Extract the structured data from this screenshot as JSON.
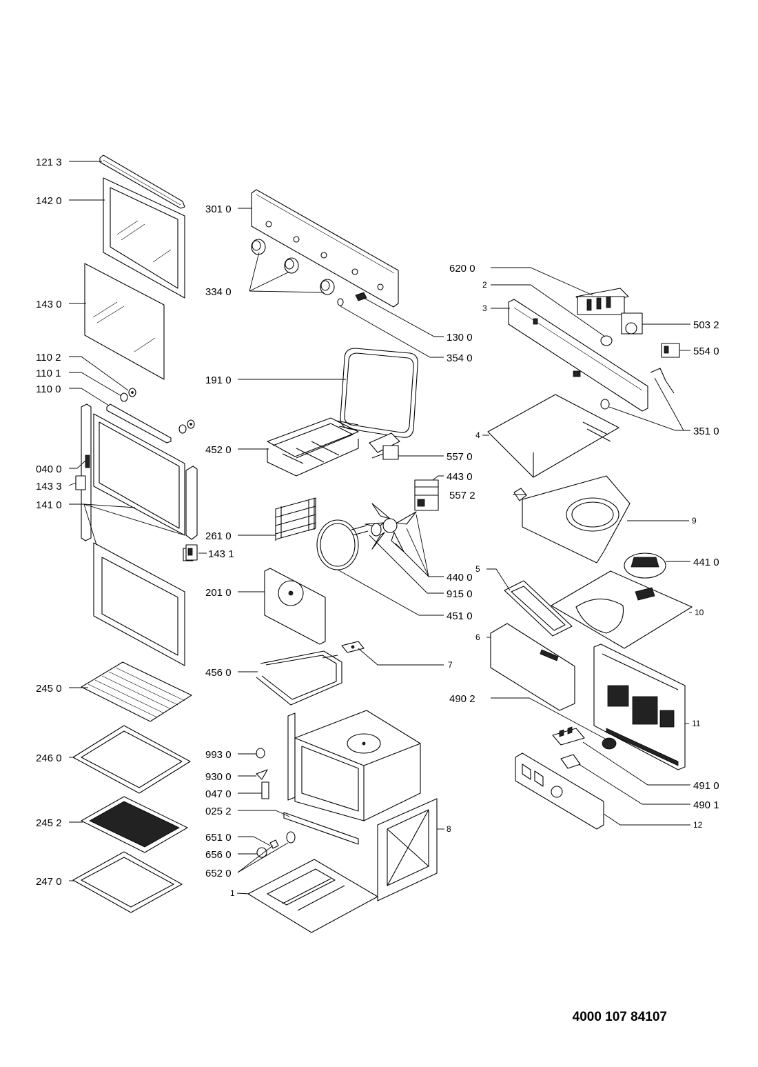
{
  "callouts": {
    "c_121_3": "121 3",
    "c_142_0": "142 0",
    "c_143_0": "143 0",
    "c_110_2": "110 2",
    "c_110_1": "110 1",
    "c_110_0": "110 0",
    "c_040_0": "040 0",
    "c_143_3": "143 3",
    "c_141_0": "141 0",
    "c_245_0": "245 0",
    "c_246_0": "246 0",
    "c_245_2": "245 2",
    "c_247_0": "247 0",
    "c_301_0": "301 0",
    "c_334_0": "334 0",
    "c_191_0": "191 0",
    "c_452_0": "452 0",
    "c_261_0": "261 0",
    "c_143_1": "143 1",
    "c_201_0": "201 0",
    "c_456_0": "456 0",
    "c_993_0": "993 0",
    "c_930_0": "930 0",
    "c_047_0": "047 0",
    "c_025_2": "025 2",
    "c_651_0": "651 0",
    "c_656_0": "656 0",
    "c_652_0": "652 0",
    "c_1": "1",
    "c_130_0": "130 0",
    "c_354_0": "354 0",
    "c_557_0": "557 0",
    "c_443_0": "443 0",
    "c_557_2": "557 2",
    "c_440_0": "440 0",
    "c_915_0": "915 0",
    "c_451_0": "451 0",
    "c_7": "7",
    "c_8": "8",
    "c_620_0": "620 0",
    "c_2": "2",
    "c_3": "3",
    "c_503_2": "503 2",
    "c_554_0": "554 0",
    "c_351_0": "351 0",
    "c_4": "4",
    "c_9": "9",
    "c_441_0": "441 0",
    "c_5": "5",
    "c_10": "10",
    "c_6": "6",
    "c_490_2": "490 2",
    "c_11": "11",
    "c_491_0": "491 0",
    "c_490_1": "490 1",
    "c_12": "12"
  },
  "document_number": "4000 107 84107"
}
